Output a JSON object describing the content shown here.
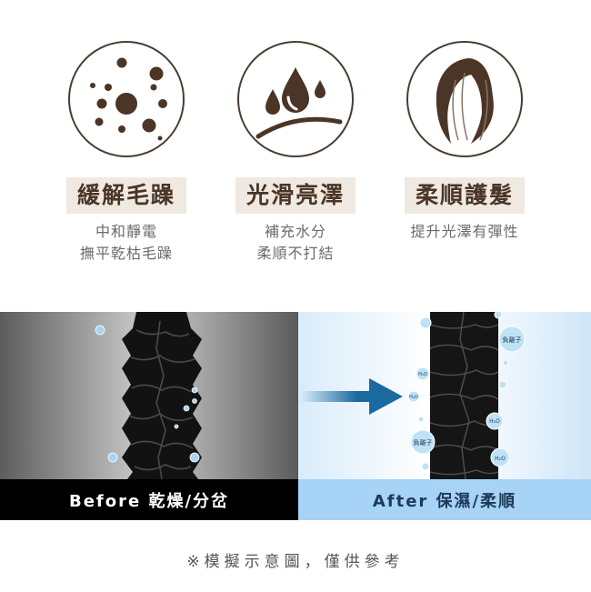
{
  "features": [
    {
      "title": "緩解毛躁",
      "desc": [
        "中和靜電",
        "撫平乾枯毛躁"
      ],
      "icon": "particles-icon"
    },
    {
      "title": "光滑亮澤",
      "desc": [
        "補充水分",
        "柔順不打結"
      ],
      "icon": "water-drops-icon"
    },
    {
      "title": "柔順護髮",
      "desc": [
        "提升光澤有彈性"
      ],
      "icon": "long-hair-icon"
    }
  ],
  "comparison": {
    "before_label": "Before 乾燥/分岔",
    "after_label": "After 保濕/柔順",
    "bubbles": [
      "負離子",
      "H₂O",
      "H₂O",
      "H₂O",
      "負離子",
      "H₂O"
    ]
  },
  "note": "※模擬示意圖，僅供參考",
  "colors": {
    "brown": "#4a3526",
    "title_bg": "#efe9e2",
    "arrow": "#1a6aa0",
    "after_bar": "#a6d3f6"
  }
}
